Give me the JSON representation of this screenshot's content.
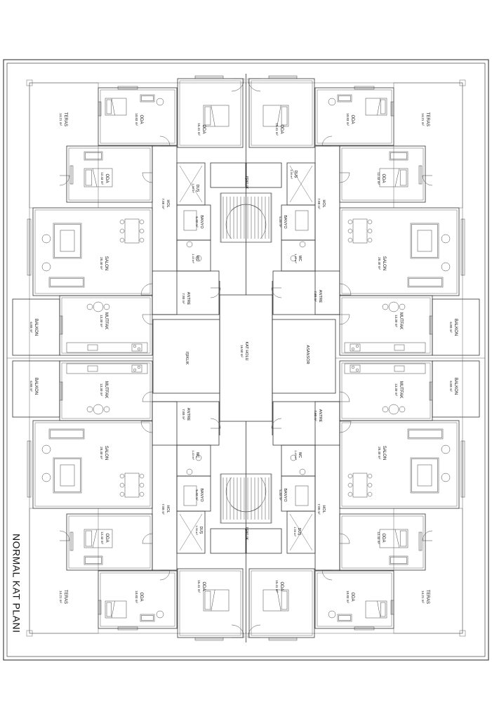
{
  "title": "NORMAL KAT PLANI",
  "rooms": {
    "teras_tl": {
      "name": "TERAS",
      "area": "14.21 m²"
    },
    "oda_tl1": {
      "name": "ODA",
      "area": "10.83 m²"
    },
    "oda_tl2": {
      "name": "ODA",
      "area": "15.41 m²"
    },
    "oda_tr2": {
      "name": "ODA",
      "area": "15.41 m²"
    },
    "oda_tr1": {
      "name": "ODA",
      "area": "10.83 m²"
    },
    "teras_tr": {
      "name": "TERAS",
      "area": "14.21 m²"
    },
    "oda_l1": {
      "name": "ODA",
      "area": "12.43 m²"
    },
    "oda_r1": {
      "name": "ODA",
      "area": "12.43 m²"
    },
    "dus_tl": {
      "name": "DUŞ",
      "area": "1.56 m²"
    },
    "dus_tr": {
      "name": "DUŞ",
      "area": "1.56 m²"
    },
    "isiklik_t": {
      "name": "IŞIKLIK",
      "area": ""
    },
    "hol_tl": {
      "name": "HOL",
      "area": "7.88 m²"
    },
    "hol_tr": {
      "name": "HOL",
      "area": "7.88 m²"
    },
    "banyo_tl": {
      "name": "BANYO",
      "area": "5.40 m²"
    },
    "banyo_tr": {
      "name": "BANYO",
      "area": "5.40 m²"
    },
    "salon_tl": {
      "name": "SALON",
      "area": "28.40 m²"
    },
    "salon_tr": {
      "name": "SALON",
      "area": "28.40 m²"
    },
    "wc_tl": {
      "name": "WC",
      "area": "1.43 m²"
    },
    "wc_tr": {
      "name": "WC",
      "area": "1.43 m²"
    },
    "antre_tl": {
      "name": "ANTRE",
      "area": "7.80 m²"
    },
    "antre_tr": {
      "name": "ANTRE",
      "area": "7.80 m²"
    },
    "mutfak_tl": {
      "name": "MUTFAK",
      "area": "13.30 m²"
    },
    "mutfak_tr": {
      "name": "MUTFAK",
      "area": "13.30 m²"
    },
    "balkon_tl": {
      "name": "BALKON",
      "area": "6.80 m²"
    },
    "balkon_tr": {
      "name": "BALKON",
      "area": "6.80 m²"
    },
    "isiklik_c": {
      "name": "IŞIKLIK",
      "area": ""
    },
    "kat_holu": {
      "name": "KAT HOLU",
      "area": "16.50 m²"
    },
    "asansor": {
      "name": "ASANSÖR",
      "area": ""
    },
    "balkon_bl": {
      "name": "BALKON",
      "area": "6.80 m²"
    },
    "balkon_br": {
      "name": "BALKON",
      "area": "6.80 m²"
    },
    "mutfak_bl": {
      "name": "MUTFAK",
      "area": "13.30 m²"
    },
    "mutfak_br": {
      "name": "MUTFAK",
      "area": "13.30 m²"
    },
    "antre_bl": {
      "name": "ANTRE",
      "area": "7.80 m²"
    },
    "antre_br": {
      "name": "ANTRE",
      "area": "7.80 m²"
    },
    "wc_bl": {
      "name": "WC",
      "area": "1.43 m²"
    },
    "wc_br": {
      "name": "WC",
      "area": "1.43 m²"
    },
    "salon_bl": {
      "name": "SALON",
      "area": "28.40 m²"
    },
    "salon_br": {
      "name": "SALON",
      "area": "28.40 m²"
    },
    "banyo_bl": {
      "name": "BANYO",
      "area": "5.40 m²"
    },
    "banyo_br": {
      "name": "BANYO",
      "area": "5.40 m²"
    },
    "hol_bl": {
      "name": "HOL",
      "area": "7.88 m²"
    },
    "hol_br": {
      "name": "HOL",
      "area": "7.88 m²"
    },
    "dus_bl": {
      "name": "DUŞ",
      "area": "1.56 m²"
    },
    "dus_br": {
      "name": "DUŞ",
      "area": "1.56 m²"
    },
    "isiklik_b": {
      "name": "IŞIKLIK",
      "area": ""
    },
    "oda_l2": {
      "name": "ODA",
      "area": "12.43 m²"
    },
    "oda_r2": {
      "name": "ODA",
      "area": "12.43 m²"
    },
    "teras_bl": {
      "name": "TERAS",
      "area": "14.21 m²"
    },
    "oda_bl1": {
      "name": "ODA",
      "area": "10.83 m²"
    },
    "oda_bl2": {
      "name": "ODA",
      "area": "15.41 m²"
    },
    "oda_br2": {
      "name": "ODA",
      "area": "15.41 m²"
    },
    "oda_br1": {
      "name": "ODA",
      "area": "10.83 m²"
    },
    "teras_br": {
      "name": "TERAS",
      "area": "14.21 m²"
    }
  }
}
